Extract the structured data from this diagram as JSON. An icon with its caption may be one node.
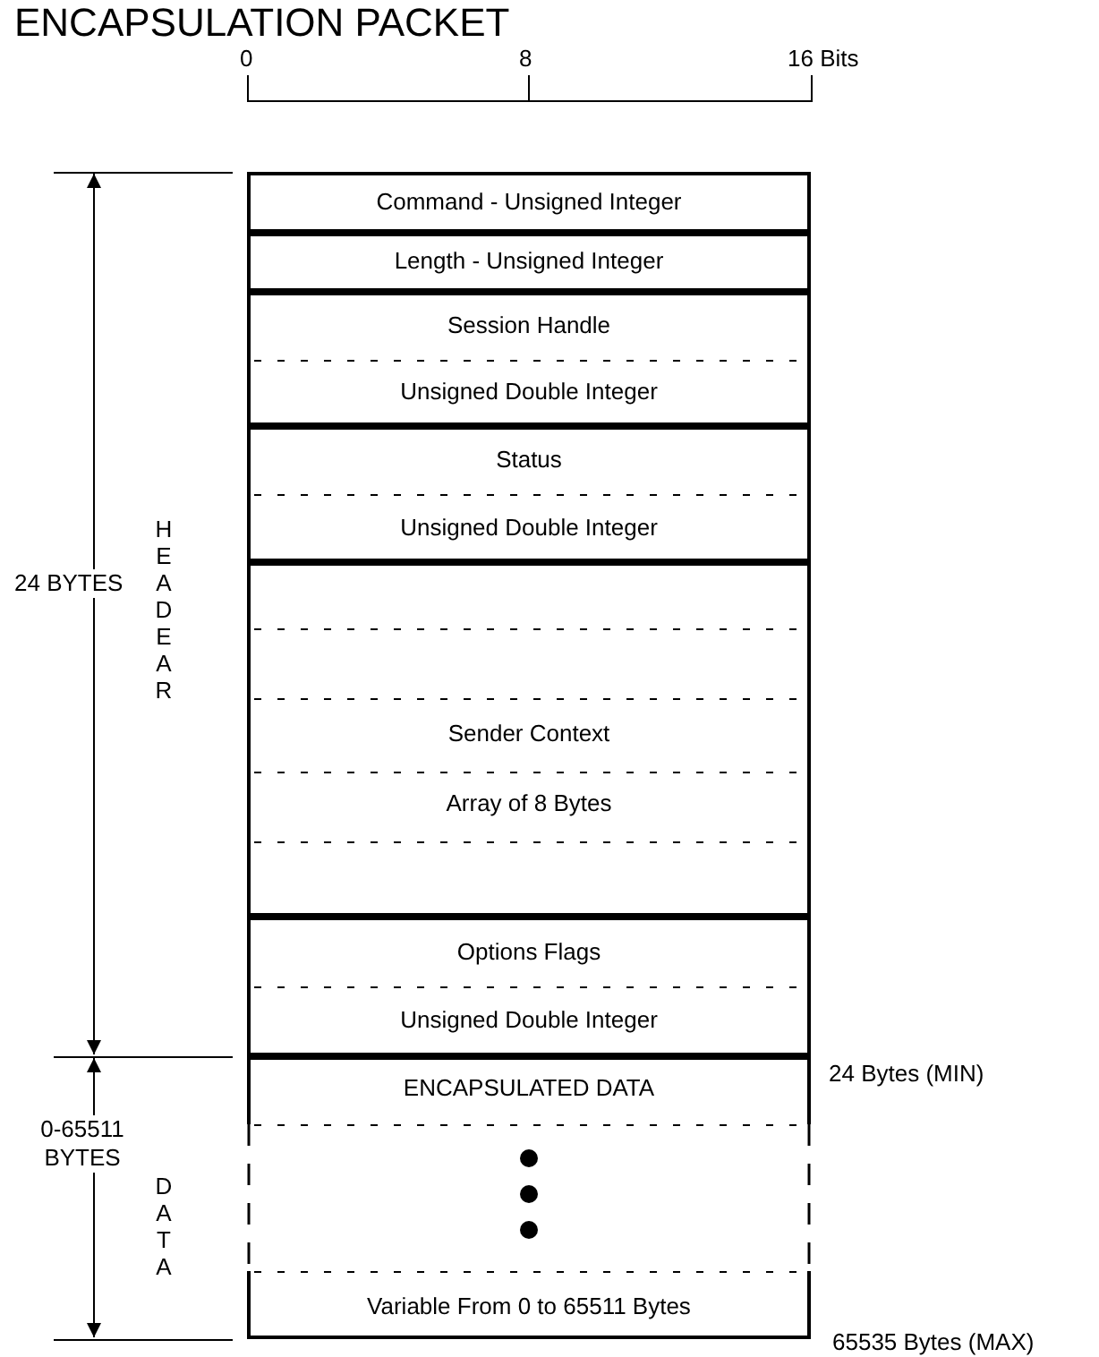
{
  "diagram": {
    "title": "ENCAPSULATION PACKET",
    "nodes": [
      {
        "text": [
          "Command - Unsigned Integer"
        ]
      },
      {
        "text": [
          "Length - Unsigned Integer"
        ]
      },
      {
        "text": [
          "Session Handle",
          "Unsigned Double Integer"
        ]
      },
      {
        "text": [
          "Status",
          "Unsigned Double Integer"
        ]
      },
      {
        "text": [
          "Sender Context",
          "Array of 8 Bytes"
        ]
      },
      {
        "text": [
          "Options Flags",
          "Unsigned Double Integer"
        ]
      },
      {
        "text": [
          "ENCAPSULATED DATA",
          "Variable From 0 to 65511 Bytes"
        ]
      }
    ],
    "edges": [],
    "labels": [
      "0",
      "8",
      "16 Bits",
      "24 BYTES",
      "HEADEAR",
      "24 Bytes (MIN)",
      "0-65511 BYTES",
      "DATA",
      "65535 Bytes (MAX)"
    ]
  }
}
